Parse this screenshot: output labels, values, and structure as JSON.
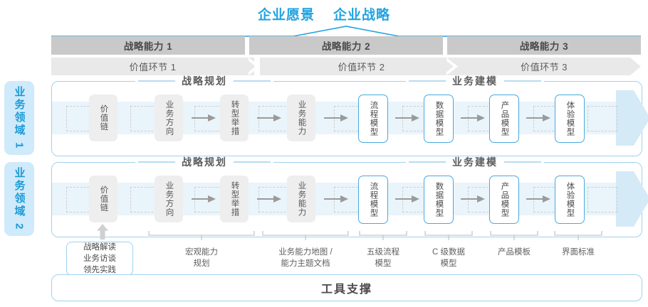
{
  "titles": {
    "vision": "企业愿景",
    "strategy": "企业战略"
  },
  "capabilities": [
    {
      "label": "战略能力 1"
    },
    {
      "label": "战略能力 2"
    },
    {
      "label": "战略能力 3"
    }
  ],
  "value_links": [
    {
      "label": "价值环节 1"
    },
    {
      "label": "价值环节 2"
    },
    {
      "label": "价值环节 3"
    }
  ],
  "domains": [
    {
      "label": "业务领域 1"
    },
    {
      "label": "业务领域 2"
    }
  ],
  "sections": {
    "planning": "战略规划",
    "modeling": "业务建模"
  },
  "nodes": {
    "planning": [
      {
        "label": "价值链",
        "style": "gray"
      },
      {
        "label": "业务方向",
        "style": "gray"
      },
      {
        "label": "转型举措",
        "style": "gray"
      },
      {
        "label": "业务能力",
        "style": "gray"
      }
    ],
    "modeling": [
      {
        "label": "流程模型",
        "style": "blue"
      },
      {
        "label": "数据模型",
        "style": "blue"
      },
      {
        "label": "产品模型",
        "style": "blue"
      },
      {
        "label": "体验模型",
        "style": "blue"
      }
    ]
  },
  "annotations": {
    "input_box": "战略解读\n业务访谈\n领先实践",
    "input_box_lines": [
      "战略解读",
      "业务访谈",
      "领先实践"
    ],
    "items": [
      {
        "lines": [
          "宏观能力",
          "规划"
        ]
      },
      {
        "lines": [
          "业务能力地图 /",
          "能力主题文档"
        ]
      },
      {
        "lines": [
          "五级流程",
          "模型"
        ]
      },
      {
        "lines": [
          "C 级数据",
          "模型"
        ]
      },
      {
        "lines": [
          "产品模板"
        ]
      },
      {
        "lines": [
          "界面标准"
        ]
      }
    ]
  },
  "footer": {
    "tool_support": "工具支撑"
  },
  "colors": {
    "accent_blue": "#22a3df",
    "panel_border": "#9ed3ee",
    "band_cap": "#c9c9c9",
    "band_val": "#e9e9e9",
    "flow_band": "#eaf4fb",
    "flow_arrow": "#d5eaf7",
    "domain_tab": "#cfeafa",
    "node_gray": "#eeeeee",
    "node_blue_border": "#49a9dd"
  }
}
